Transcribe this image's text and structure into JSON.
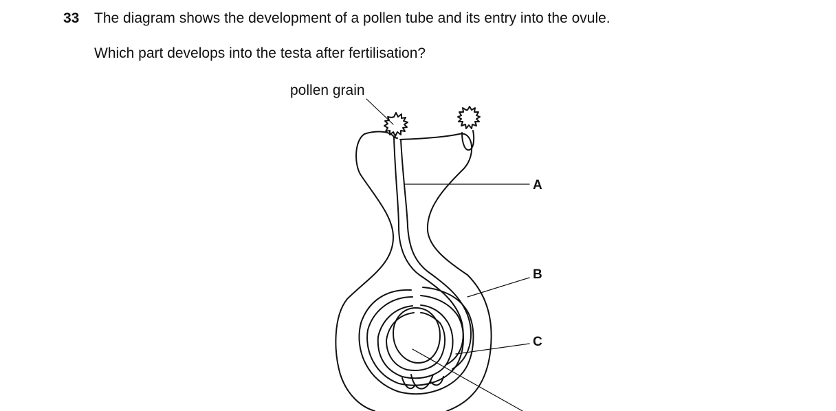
{
  "question": {
    "number": "33",
    "stem": "The diagram shows the development of a pollen tube and its entry into the ovule.",
    "prompt": "Which part develops into the testa after fertilisation?"
  },
  "diagram": {
    "pollen_label": "pollen grain",
    "labels": {
      "a": "A",
      "b": "B",
      "c": "C"
    }
  }
}
